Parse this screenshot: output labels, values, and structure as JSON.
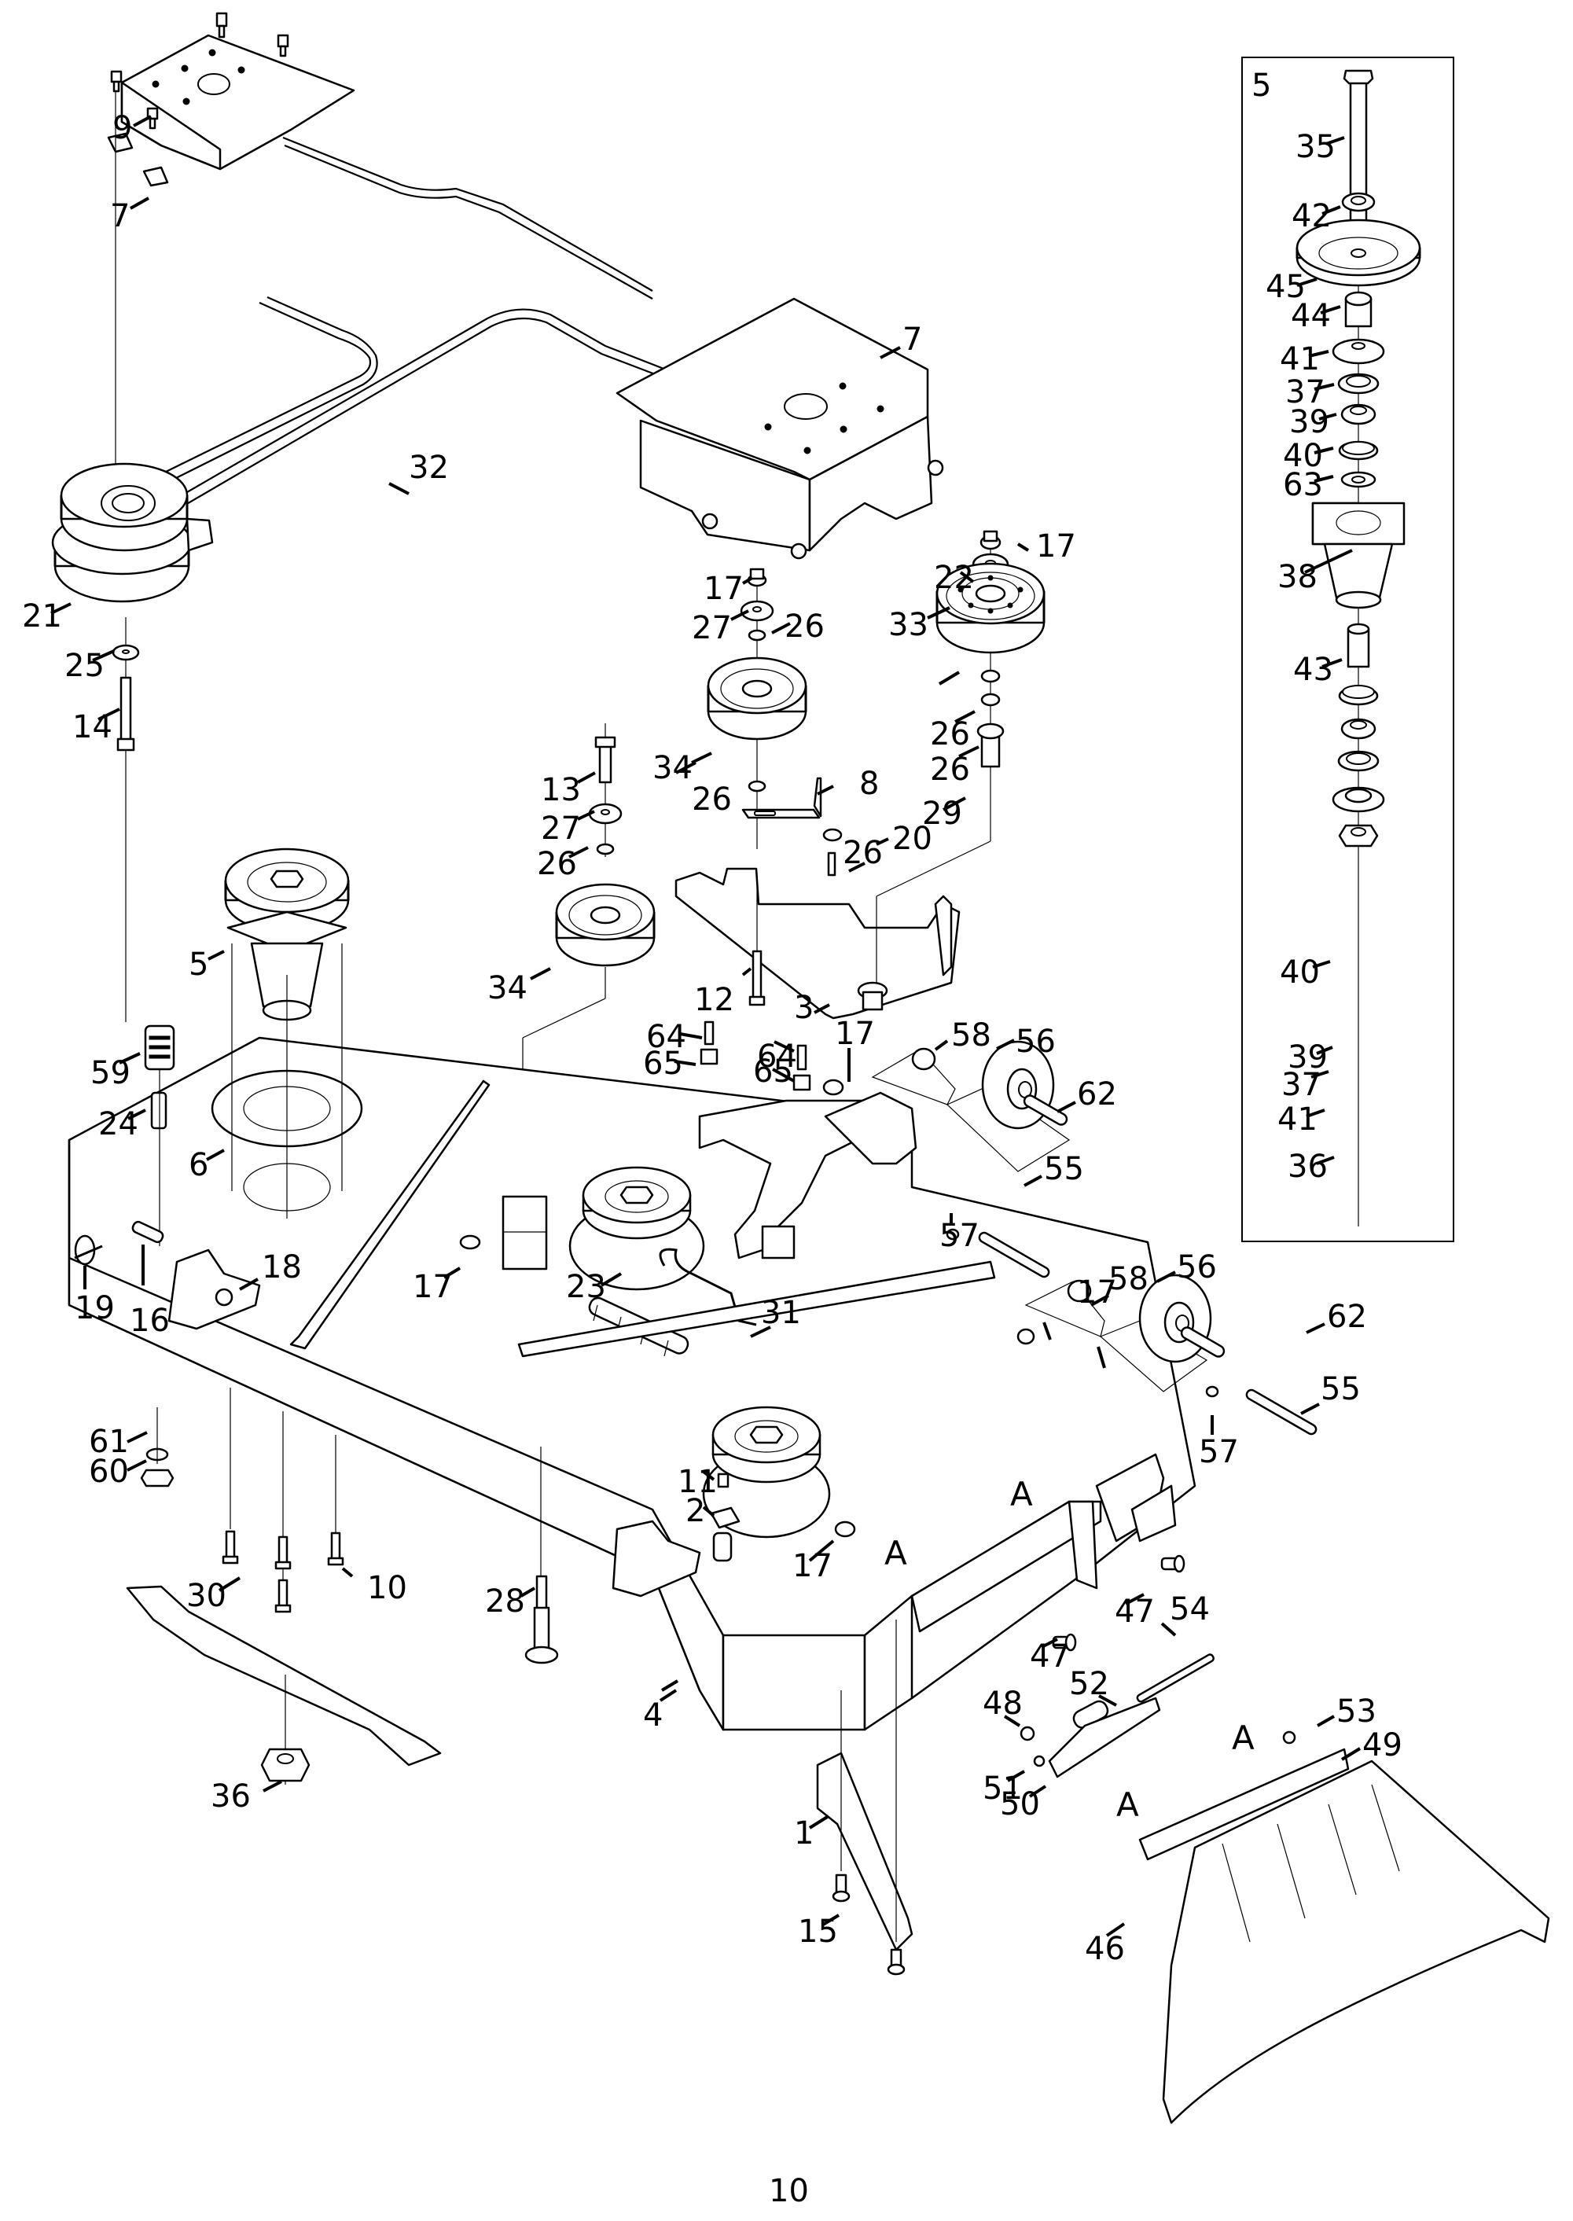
{
  "page": {
    "number": "10"
  },
  "inset": {
    "title": "5"
  },
  "callouts": {
    "c9": "9",
    "c7a": "7",
    "c7b": "7",
    "c32": "32",
    "c21": "21",
    "c25": "25",
    "c14": "14",
    "c17a": "17",
    "c22": "22",
    "c33": "33",
    "c26a": "26",
    "c26b": "26",
    "c29": "29",
    "c17b": "17",
    "c27a": "27",
    "c26c": "26",
    "c34a": "34",
    "c13": "13",
    "c27b": "27",
    "c26d": "26",
    "c34b": "34",
    "c26e": "26",
    "c8": "8",
    "c26f": "26",
    "c20": "20",
    "c12": "12",
    "c3": "3",
    "c5": "5",
    "c59": "59",
    "c24": "24",
    "c6": "6",
    "c19": "19",
    "c16": "16",
    "c18": "18",
    "c17c": "17",
    "c64a": "64",
    "c65a": "65",
    "c64b": "64",
    "c65b": "65",
    "c17d": "17",
    "c58a": "58",
    "c56a": "56",
    "c62a": "62",
    "c57a": "57",
    "c55a": "55",
    "c23": "23",
    "c31": "31",
    "c61": "61",
    "c60": "60",
    "c10": "10",
    "c30": "30",
    "c36a": "36",
    "c28": "28",
    "c4": "4",
    "c11": "11",
    "c2": "2",
    "c17e": "17",
    "c17f": "17",
    "c58b": "58",
    "c56b": "56",
    "c62b": "62",
    "c57b": "57",
    "c55b": "55",
    "c47a": "47",
    "c47b": "47",
    "c54": "54",
    "c52": "52",
    "c48": "48",
    "c53": "53",
    "c49": "49",
    "c51": "51",
    "c50": "50",
    "c1": "1",
    "c15": "15",
    "c46": "46",
    "i35": "35",
    "i42": "42",
    "i45": "45",
    "i44": "44",
    "i41a": "41",
    "i37a": "37",
    "i39a": "39",
    "i40a": "40",
    "i63": "63",
    "i38": "38",
    "i43": "43",
    "i40b": "40",
    "i39b": "39",
    "i37b": "37",
    "i41b": "41",
    "i36": "36"
  },
  "reference_marks": {
    "a1": "A",
    "a2": "A",
    "a3": "A",
    "a4": "A"
  }
}
